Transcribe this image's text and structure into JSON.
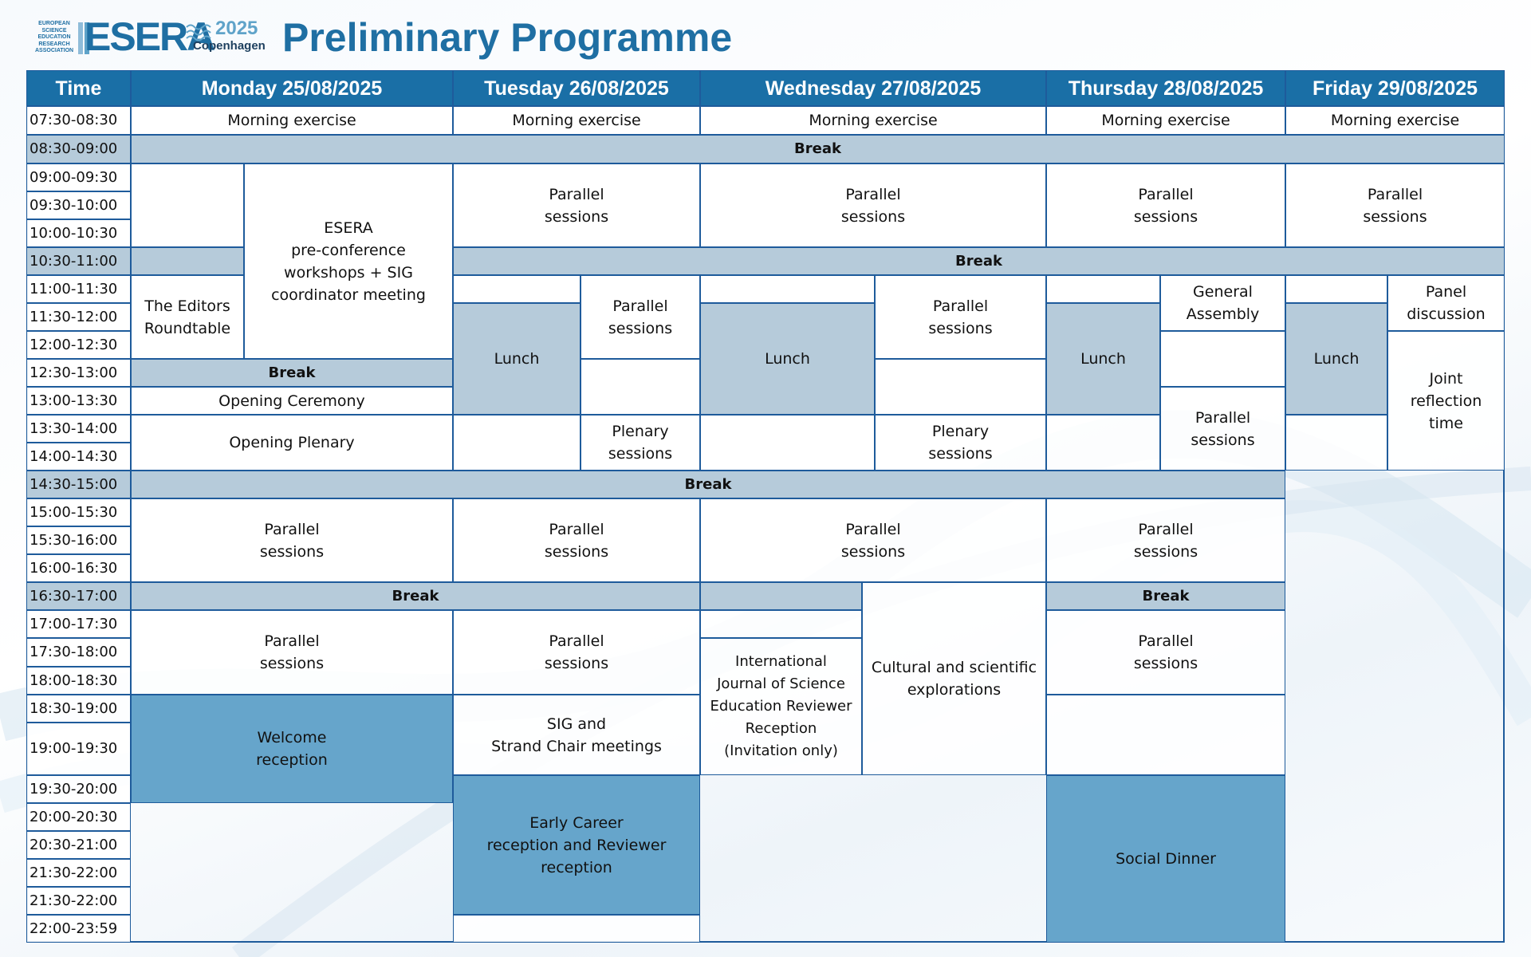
{
  "header": {
    "logo": {
      "association": "EUROPEAN SCIENCE EDUCATION RESEARCH ASSOCIATION",
      "name": "ESERA",
      "year": "2025",
      "city": "Copenhagen"
    },
    "title": "Preliminary Programme"
  },
  "colors": {
    "header_blue": "#1a6fa6",
    "border_blue": "#1e5b9b",
    "break_grey_blue": "#b6cbda",
    "event_blue": "#66a5cb",
    "title_blue": "#1f6fa3"
  },
  "columns": {
    "time": "Time",
    "monday": "Monday 25/08/2025",
    "tuesday": "Tuesday 26/08/2025",
    "wednesday": "Wednesday 27/08/2025",
    "thursday": "Thursday 28/08/2025",
    "friday": "Friday 29/08/2025"
  },
  "times": [
    "07:30-08:30",
    "08:30-09:00",
    "09:00-09:30",
    "09:30-10:00",
    "10:00-10:30",
    "10:30-11:00",
    "11:00-11:30",
    "11:30-12:00",
    "12:00-12:30",
    "12:30-13:00",
    "13:00-13:30",
    "13:30-14:00",
    "14:00-14:30",
    "14:30-15:00",
    "15:00-15:30",
    "15:30-16:00",
    "16:00-16:30",
    "16:30-17:00",
    "17:00-17:30",
    "17:30-18:00",
    "18:00-18:30",
    "18:30-19:00",
    "19:00-19:30",
    "19:30-20:00",
    "20:00-20:30",
    "20:30-21:00",
    "21:30-22:00",
    "21:30-22:00",
    "22:00-23:59"
  ],
  "events": {
    "morning_exercise": "Morning exercise",
    "break": "Break",
    "parallel_sessions": "Parallel\nsessions",
    "lunch": "Lunch",
    "plenary_sessions": "Plenary\nsessions",
    "esera_preconference": "ESERA\npre-conference\nworkshops + SIG\ncoordinator meeting",
    "editors_roundtable": "The Editors\nRoundtable",
    "opening_ceremony": "Opening Ceremony",
    "opening_plenary": "Opening Plenary",
    "welcome_reception": "Welcome\nreception",
    "sig_strand_chair": "SIG and\nStrand Chair meetings",
    "early_career_reception": "Early Career\nreception and Reviewer\nreception",
    "ijse_reviewer_reception": "International\nJournal of Science\nEducation Reviewer\nReception\n(Invitation only)",
    "cultural_explorations": "Cultural and scientific\nexplorations",
    "general_assembly": "General\nAssembly",
    "social_dinner": "Social Dinner",
    "panel_discussion": "Panel\ndiscussion",
    "joint_reflection": "Joint\nreflection\ntime"
  }
}
